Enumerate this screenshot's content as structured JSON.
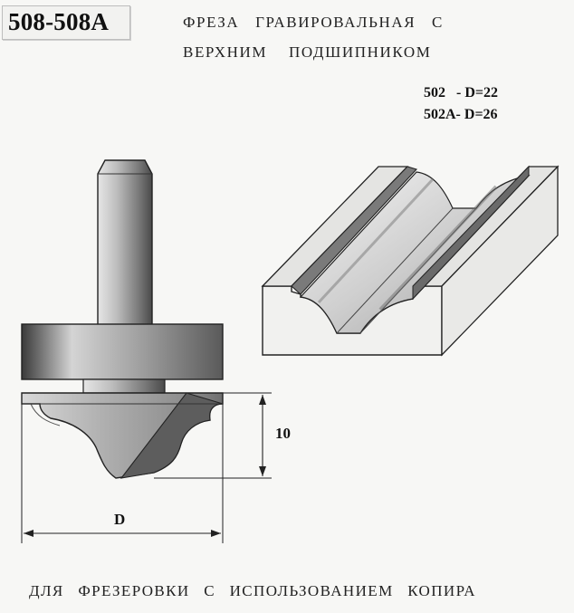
{
  "header": {
    "code": "508-508A",
    "title_line1": "ФРЕЗА ГРАВИРОВАЛЬНАЯ С",
    "title_line2": "ВЕРХНИМ ПОДШИПНИКОМ"
  },
  "specs": {
    "line1": "502   - D=22",
    "line2": "502A- D=26"
  },
  "dimensions": {
    "height_label": "10",
    "diameter_label": "D"
  },
  "footer": {
    "text": "ДЛЯ ФРЕЗЕРОВКИ С ИСПОЛЬЗОВАНИЕМ КОПИРА"
  },
  "colors": {
    "ink": "#1a1a1a",
    "paper": "#f7f7f5",
    "shade_dark": "#555555",
    "shade_mid": "#9a9a9a",
    "shade_light": "#e0e0e0"
  }
}
